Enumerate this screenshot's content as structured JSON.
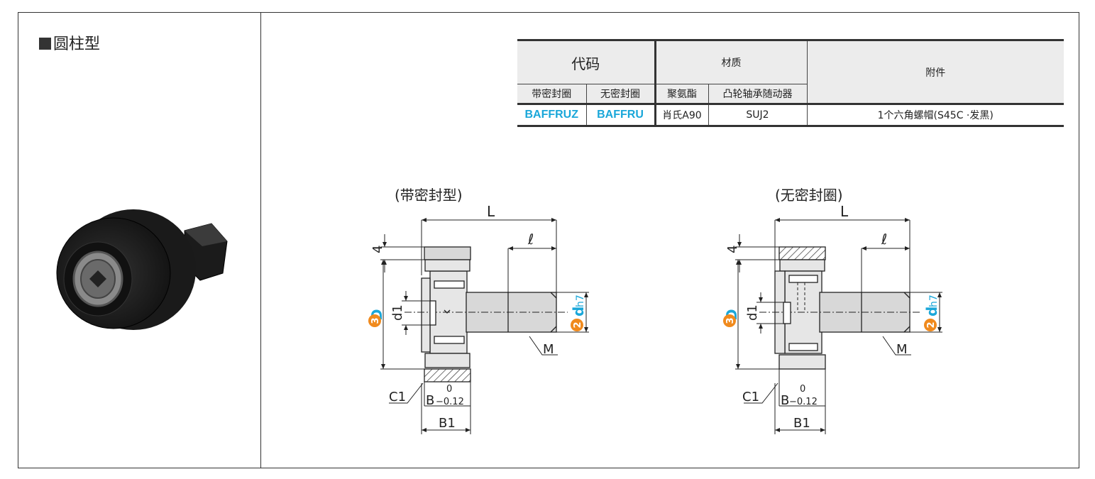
{
  "section": {
    "title": "圆柱型"
  },
  "table": {
    "header": {
      "code": "代码",
      "material": "材质",
      "accessory": "附件",
      "with_seal": "带密封圈",
      "without_seal": "无密封圈",
      "polyurethane": "聚氨酯",
      "cam_follower": "凸轮轴承随动器"
    },
    "row": {
      "code_seal": "BAFFRUZ",
      "code_noseal": "BAFFRU",
      "polyurethane": "肖氏A90",
      "cam_follower": "SUJ2",
      "accessory": "1个六角螺帽(S45C ·发黑)"
    }
  },
  "diagrams": [
    {
      "caption": "(带密封型)"
    },
    {
      "caption": "(无密封圈)"
    }
  ],
  "dims": {
    "L": "L",
    "l": "ℓ",
    "four": "4",
    "D": "D",
    "d1": "d1",
    "dh7_d": "d",
    "dh7_h": "h7",
    "M": "M",
    "C1": "C1",
    "B": "B",
    "B_upper": "0",
    "B_lower": "−0.12",
    "B1": "B1",
    "badge_D": "3",
    "badge_d": "2"
  },
  "colors": {
    "accent_blue": "#1aa7d9",
    "badge_orange": "#f08a1d",
    "part_gray": "#d8d8d8"
  }
}
